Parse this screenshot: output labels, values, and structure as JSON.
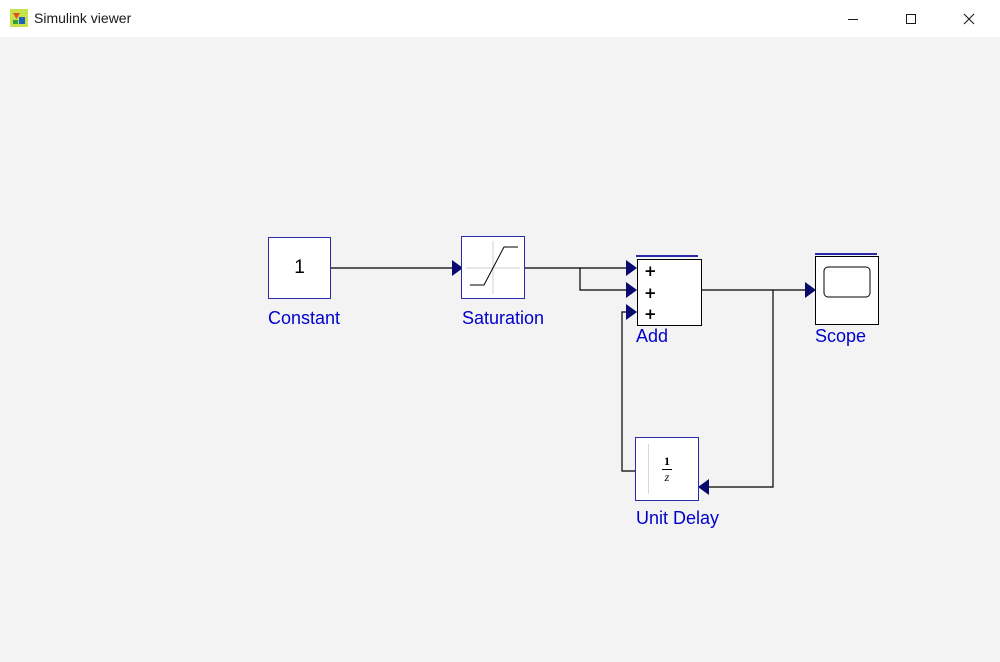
{
  "window": {
    "title": "Simulink viewer",
    "controls": [
      "minimize",
      "maximize",
      "close"
    ]
  },
  "blocks": {
    "constant": {
      "label": "Constant",
      "value": "1"
    },
    "saturation": {
      "label": "Saturation"
    },
    "add": {
      "label": "Add",
      "signs": [
        "+",
        "+",
        "+"
      ]
    },
    "scope": {
      "label": "Scope"
    },
    "unit_delay": {
      "label": "Unit Delay",
      "numerator": "1",
      "denominator": "z"
    }
  },
  "colors": {
    "label": "#0000cc",
    "block_border": "#2a2aa8",
    "port_arrow": "#0a0a6e",
    "wire": "#000000",
    "canvas": "#f3f3f3"
  }
}
